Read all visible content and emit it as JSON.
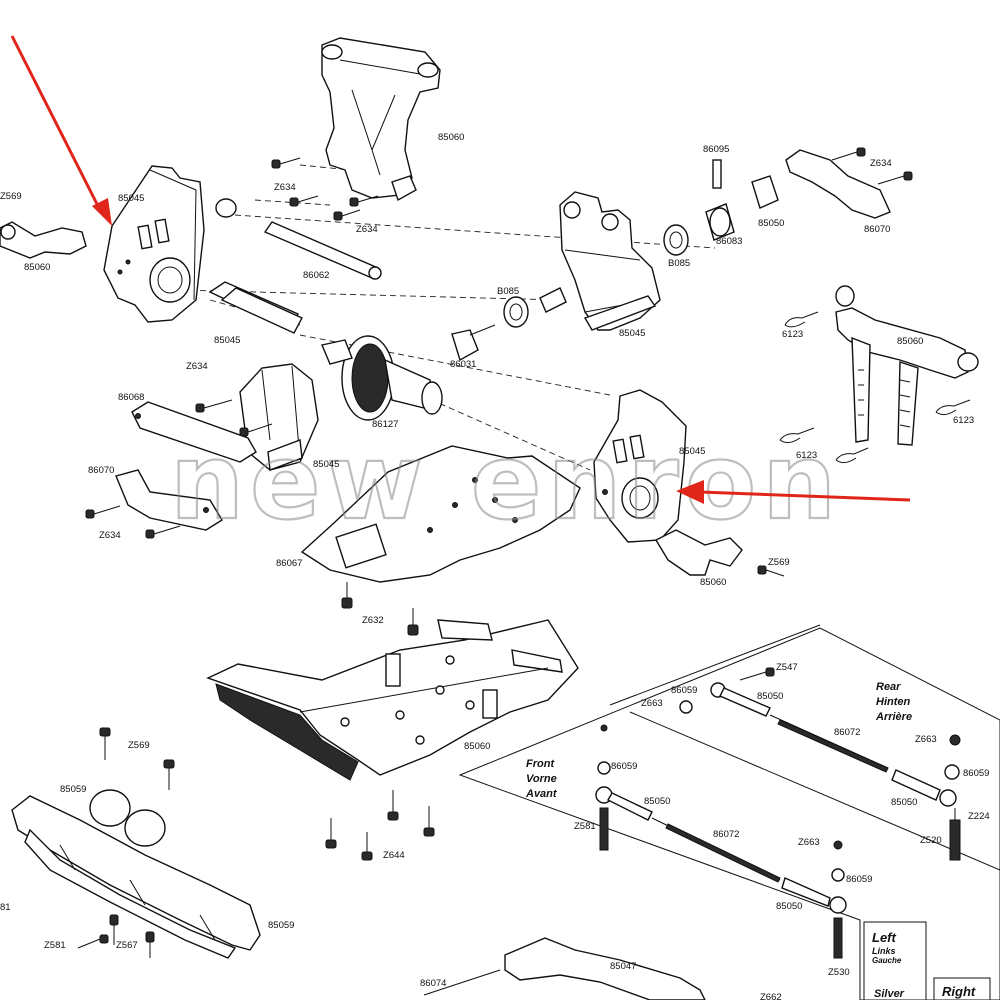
{
  "watermark": "new enron",
  "labels": {
    "l85060_top": "85060",
    "l85045_left": "85045",
    "lZ569_left": "Z569",
    "l85060_left": "85060",
    "lZ634_a": "Z634",
    "lZ634_b": "Z634",
    "l86062": "86062",
    "l85045_mid": "85045",
    "l86095": "86095",
    "lZ634_tr": "Z634",
    "l86083": "86083",
    "l85050_tr": "85050",
    "l86070_tr": "86070",
    "lB085_a": "B085",
    "lB085_b": "B085",
    "l85045_gear": "85045",
    "l86031": "86031",
    "l6123_a": "6123",
    "l85060_right": "85060",
    "l6123_b": "6123",
    "l6123_c": "6123",
    "lZ634_c": "Z634",
    "l86068": "86068",
    "l86127": "86127",
    "l85045_cover": "85045",
    "l86070_left": "86070",
    "lZ634_d": "Z634",
    "l85045_right": "85045",
    "lZ569_right": "Z569",
    "l85060_rlow": "85060",
    "l86067": "86067",
    "lZ632": "Z632",
    "l85060_skid": "85060",
    "lZ569_bumper": "Z569",
    "l85059_a": "85059",
    "lZ644": "Z644",
    "l85059_b": "85059",
    "l81": "81",
    "lZ581_a": "Z581",
    "lZ567": "Z567",
    "l86074": "86074",
    "l85047": "85047",
    "lZ662_bottom": "Z662",
    "lZ547": "Z547",
    "l86059_a": "86059",
    "lZ663_a": "Z663",
    "l85050_a": "85050",
    "l86072_a": "86072",
    "lZ663_b": "Z663",
    "l86059_b": "86059",
    "l85050_b": "85050",
    "lZ224": "Z224",
    "lZ520": "Z520",
    "l86059_c": "86059",
    "l85050_c": "85050",
    "lZ581_b": "Z581",
    "l86072_b": "86072",
    "lZ663_c": "Z663",
    "l86059_d": "86059",
    "l85050_d": "85050",
    "lZ530": "Z530"
  },
  "legend": {
    "rear_1": "Rear",
    "rear_2": "Hinten",
    "rear_3": "Arrière",
    "front_1": "Front",
    "front_2": "Vorne",
    "front_3": "Avant",
    "left_1": "Left",
    "left_2": "Links",
    "left_3": "Gauche",
    "silver": "Silver",
    "right": "Right"
  },
  "colors": {
    "arrow": "#e0261b",
    "line": "#111111",
    "watermark": "#8a8a8a"
  }
}
